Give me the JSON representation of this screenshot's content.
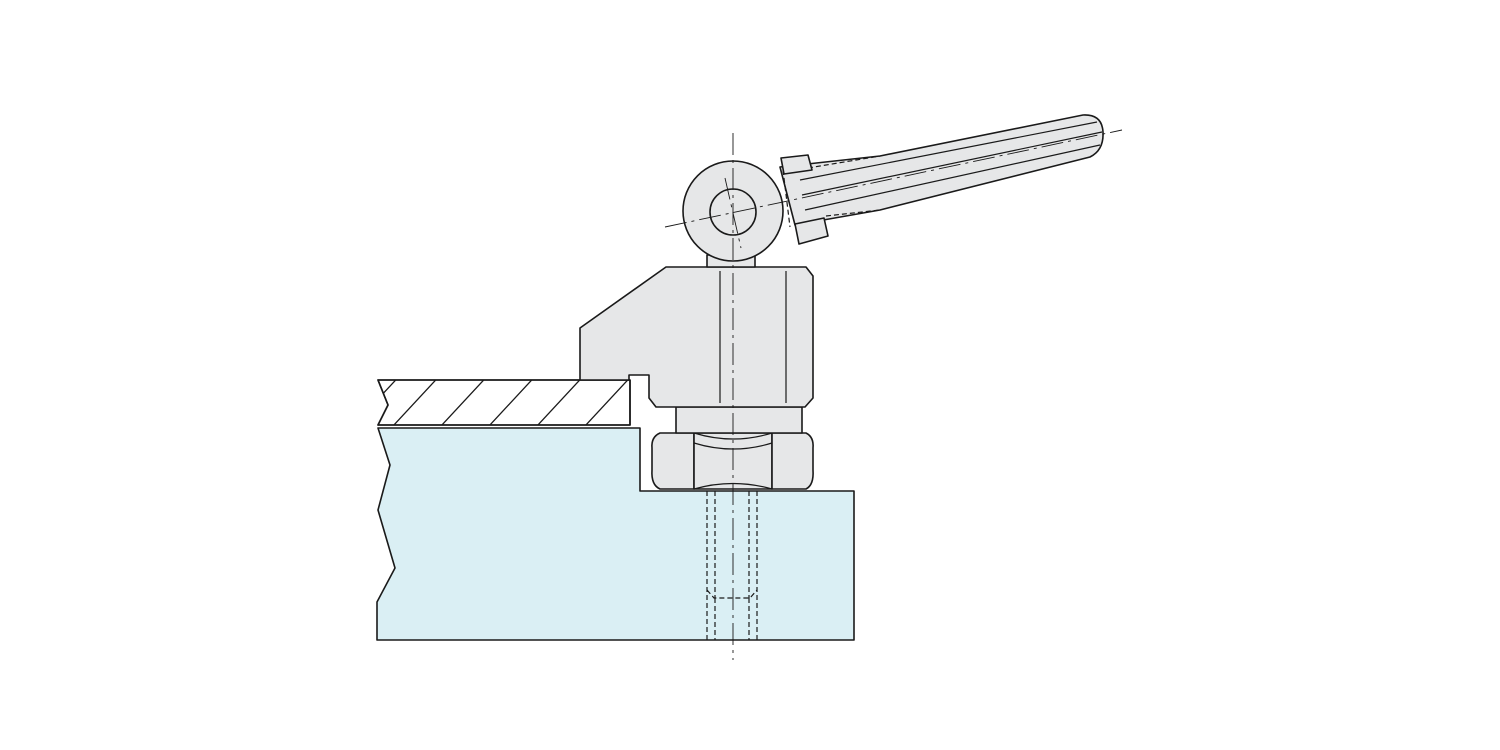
{
  "colors": {
    "background": "#ffffff",
    "workpiece_fill": "#daeff4",
    "clamp_fill": "#e6e7e8",
    "line": "#1a1a1a"
  },
  "diagram": {
    "kind": "technical-drawing",
    "subject": "cam-lever-clamp-on-base-block",
    "parts": [
      "base-block",
      "clamped-plate",
      "clamp-body",
      "hex-nut",
      "pivot-eye",
      "lever-handle",
      "threaded-stud",
      "center-lines"
    ]
  }
}
